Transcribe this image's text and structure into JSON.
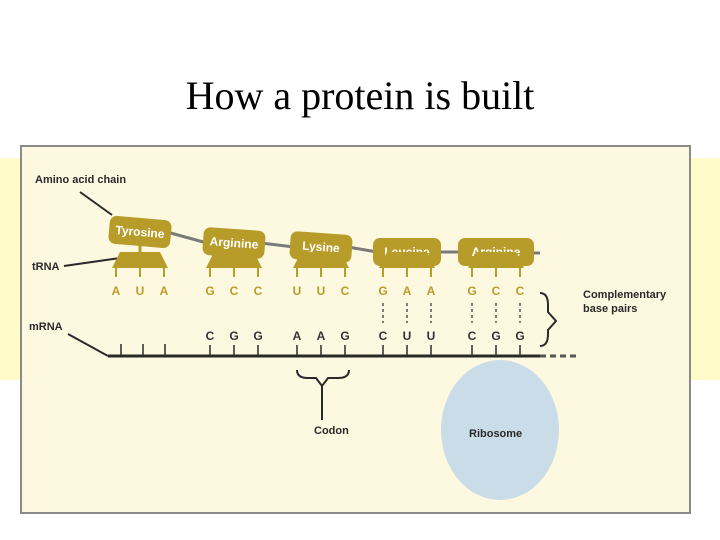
{
  "title": "How a protein is built",
  "labels": {
    "amino_acid_chain": "Amino acid chain",
    "trna": "tRNA",
    "mrna": "mRNA",
    "complementary_line1": "Complementary",
    "complementary_line2": "base pairs",
    "codon": "Codon",
    "ribosome": "Ribosome"
  },
  "amino_acids": [
    "Tyrosine",
    "Arginine",
    "Lysine",
    "Leucine",
    "Arginine"
  ],
  "trna_anticodons": [
    [
      "A",
      "U",
      "A"
    ],
    [
      "G",
      "C",
      "C"
    ],
    [
      "U",
      "U",
      "C"
    ],
    [
      "G",
      "A",
      "A"
    ],
    [
      "G",
      "C",
      "C"
    ]
  ],
  "mrna_codons": [
    [
      "C",
      "G",
      "G"
    ],
    [
      "A",
      "A",
      "G"
    ],
    [
      "C",
      "U",
      "U"
    ],
    [
      "C",
      "G",
      "G"
    ]
  ],
  "colors": {
    "background_band": "#fefbc8",
    "panel": "#fdf9e1",
    "amino_acid_fill": "#b89c2a",
    "ribosome_fill": "#c9dce8",
    "text": "#2a2a2a"
  }
}
